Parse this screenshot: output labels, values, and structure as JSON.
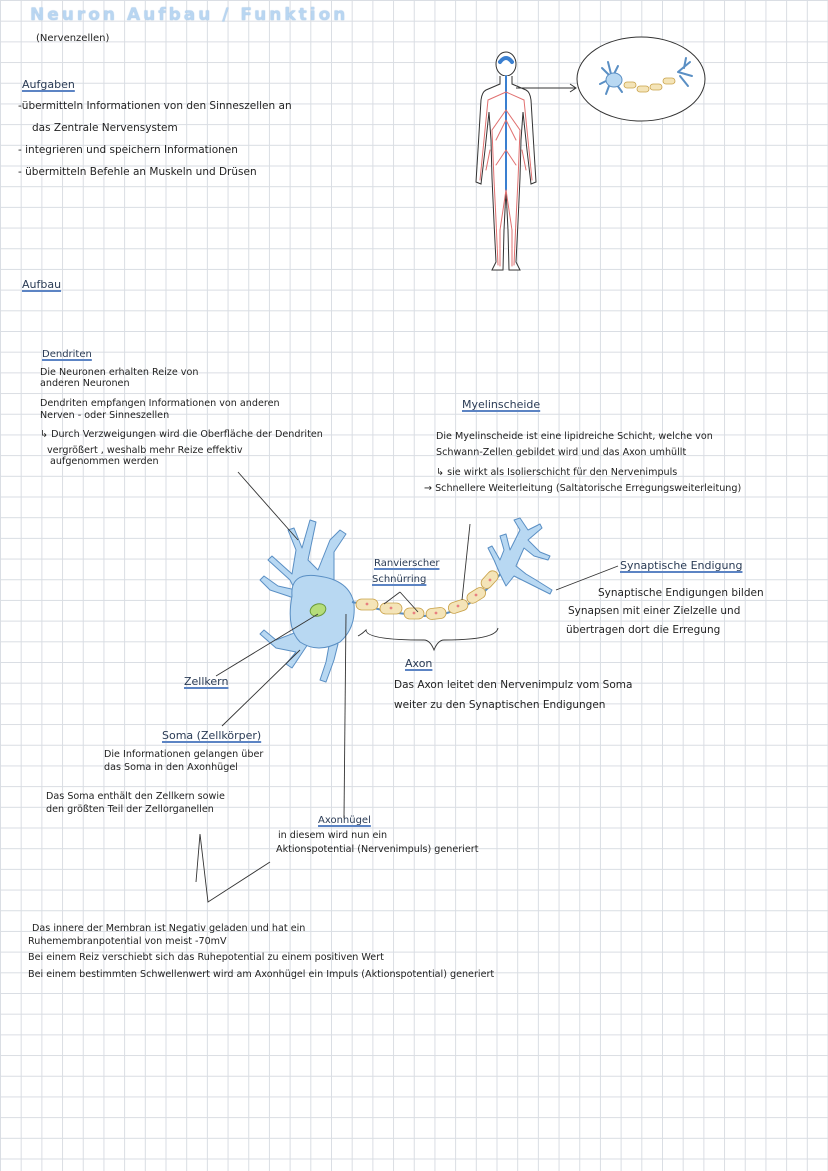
{
  "title": "Neuron Aufbau / Funktion",
  "subtitle": "(Nervenzellen)",
  "aufgaben": {
    "heading": "Aufgaben",
    "lines": [
      "-übermitteln Informationen von den Sinneszellen an",
      "das Zentrale Nervensystem",
      "- integrieren und speichern Informationen",
      "- übermitteln Befehle an Muskeln und Drüsen"
    ]
  },
  "aufbau_heading": "Aufbau",
  "dendriten": {
    "heading": "Dendriten",
    "lines": [
      "Die Neuronen erhalten Reize von",
      "anderen Neuronen",
      "Dendriten empfangen Informationen von anderen",
      "Nerven - oder Sinneszellen",
      "↳ Durch Verzweigungen wird die Oberfläche der Dendriten",
      "vergrößert , weshalb mehr Reize effektiv",
      "aufgenommen werden"
    ]
  },
  "myelinscheide": {
    "heading": "Myelinscheide",
    "lines": [
      "Die Myelinscheide ist eine lipidreiche Schicht, welche von",
      "Schwann-Zellen gebildet wird und das Axon umhüllt",
      "↳ sie wirkt als Isolierschicht für den Nervenimpuls",
      "→ Schnellere Weiterleitung (Saltatorische Erregungsweiterleitung)"
    ]
  },
  "ranvier": {
    "line1": "Ranvierscher",
    "line2": "Schnürring"
  },
  "synaptische": {
    "heading": "Synaptische Endigung",
    "lines": [
      "Synaptische Endigungen bilden",
      "Synapsen mit einer Zielzelle und",
      "übertragen dort die Erregung"
    ]
  },
  "axon": {
    "heading": "Axon",
    "lines": [
      "Das Axon leitet den Nervenimpulz vom Soma",
      "weiter zu den Synaptischen Endigungen"
    ]
  },
  "zellkern": {
    "heading": "Zellkern"
  },
  "soma": {
    "heading": "Soma (Zellkörper)",
    "lines": [
      "Die Informationen gelangen über",
      "das Soma in den Axonhügel"
    ],
    "extra": [
      "Das Soma enthält den Zellkern sowie",
      "den größten Teil der Zellorganellen"
    ]
  },
  "axonhuegel": {
    "heading": "Axonhügel",
    "lines": [
      "in diesem wird nun ein",
      "Aktionspotential (Nervenimpuls) generiert"
    ]
  },
  "membran": {
    "lines": [
      "Das innere der Membran ist Negativ geladen und hat ein",
      "Ruhemembranpotential von meist -70mV",
      "Bei einem Reiz verschiebt sich das Ruhepotential zu einem positiven Wert",
      "Bei einem bestimmten Schwellenwert wird am Axonhügel ein Impuls (Aktionspotential) generiert"
    ]
  },
  "colors": {
    "title": "#b9d6f1",
    "heading_underline": "#5c84c4",
    "neuron_fill": "#b8d8f2",
    "neuron_stroke": "#5a8fc4",
    "myelin_fill": "#f4e4b8",
    "nucleus": "#b5dd7a",
    "nerve_red": "#e07070"
  }
}
